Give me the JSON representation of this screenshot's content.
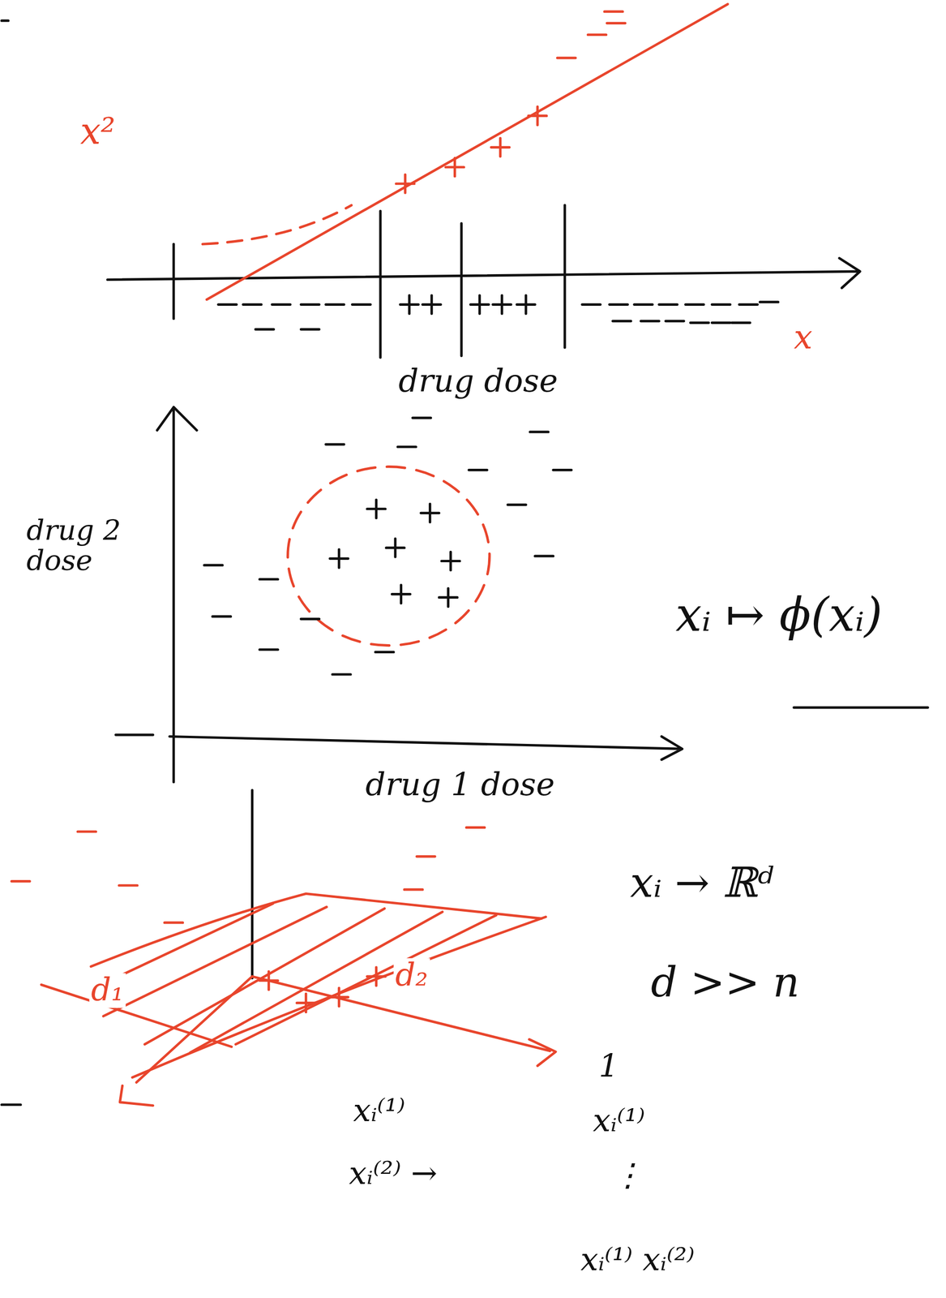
{
  "diagram": {
    "labels": [
      "x²",
      "x",
      "drug dose",
      "drug 2 dose",
      "xᵢ ↦ ϕ(xᵢ)",
      "xᵢ → ℝᵈ",
      "d >> n",
      "d₁",
      "d₂",
      "xᵢ⁽¹⁾",
      "xᵢ⁽²⁾ →",
      "1",
      "xᵢ⁽¹⁾",
      "⋮",
      "xᵢ⁽¹⁾ xᵢ⁽²⁾",
      "drug 1 dose"
    ]
  }
}
